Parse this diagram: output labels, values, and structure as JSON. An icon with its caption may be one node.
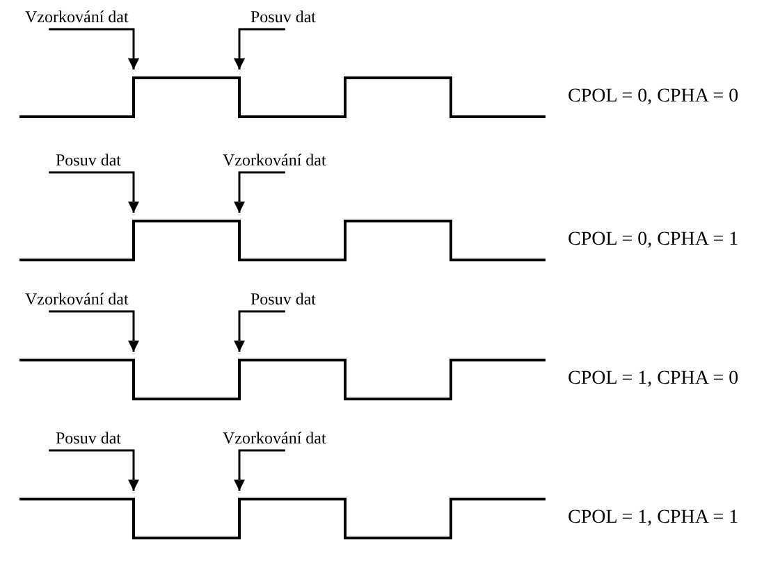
{
  "diagram": {
    "nodes": [
      {
        "text": [
          "Vzorkování dat"
        ]
      },
      {
        "text": [
          "Posuv dat"
        ]
      },
      {
        "text": [],
        "shape": "line",
        "beside": [
          "CPOL = 0, CPHA = 0"
        ]
      },
      {
        "text": [
          "Posuv dat"
        ]
      },
      {
        "text": [
          "Vzorkování dat"
        ]
      },
      {
        "text": [],
        "shape": "line",
        "beside": [
          "CPOL = 0, CPHA = 1"
        ]
      },
      {
        "text": [
          "Vzorkování dat"
        ]
      },
      {
        "text": [
          "Posuv dat"
        ]
      },
      {
        "text": [],
        "shape": "line",
        "beside": [
          "CPOL = 1, CPHA = 0"
        ]
      },
      {
        "text": [
          "Posuv dat"
        ]
      },
      {
        "text": [
          "Vzorkování dat"
        ]
      },
      {
        "text": [],
        "shape": "line",
        "beside": [
          "CPOL = 1, CPHA = 1"
        ]
      }
    ],
    "edges": [
      {
        "from": 0,
        "to": 2,
        "arrow": "to"
      },
      {
        "from": 1,
        "to": 2,
        "arrow": "to"
      },
      {
        "from": 3,
        "to": 5,
        "arrow": "to"
      },
      {
        "from": 4,
        "to": 5,
        "arrow": "to"
      },
      {
        "from": 6,
        "to": 8,
        "arrow": "to"
      },
      {
        "from": 7,
        "to": 8,
        "arrow": "to"
      },
      {
        "from": 9,
        "to": 11,
        "arrow": "to"
      },
      {
        "from": 10,
        "to": 11,
        "arrow": "to"
      }
    ]
  }
}
